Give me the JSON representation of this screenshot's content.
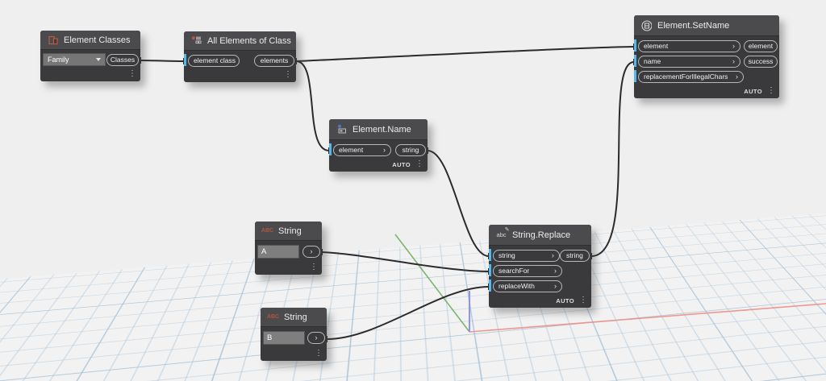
{
  "workspace": {
    "background": "#efefef"
  },
  "colors": {
    "node_body": "#3a3a3c",
    "node_header": "#4b4b4d",
    "input_accent": "#55b8e8",
    "wire": "#2b2b2b",
    "axis_x_red": "#ee8d85",
    "axis_y_green": "#6fae5e",
    "axis_z_blue": "#8e8ee8",
    "grid_line_blue": "#a4c2da"
  },
  "icons": {
    "menu_dots": "⋮",
    "port_chevron": "›",
    "string_icon_text": "ABC",
    "string_replace_icon_text": "abc",
    "pencil": "✎"
  },
  "nodes": {
    "element_classes": {
      "title": "Element Classes",
      "dropdown_value": "Family",
      "output": "Classes"
    },
    "all_elements_of_class": {
      "title": "All Elements of Class",
      "input": "element class",
      "output": "elements"
    },
    "element_name": {
      "title": "Element.Name",
      "input": "element",
      "output": "string",
      "lacing": "AUTO"
    },
    "element_set_name": {
      "title": "Element.SetName",
      "inputs": [
        "element",
        "name",
        "replacementForIllegalChars"
      ],
      "outputs": [
        "element",
        "success"
      ],
      "lacing": "AUTO"
    },
    "string_a": {
      "title": "String",
      "value": "A"
    },
    "string_b": {
      "title": "String",
      "value": "B"
    },
    "string_replace": {
      "title": "String.Replace",
      "inputs": [
        "string",
        "searchFor",
        "replaceWith"
      ],
      "output": "string",
      "lacing": "AUTO"
    }
  }
}
